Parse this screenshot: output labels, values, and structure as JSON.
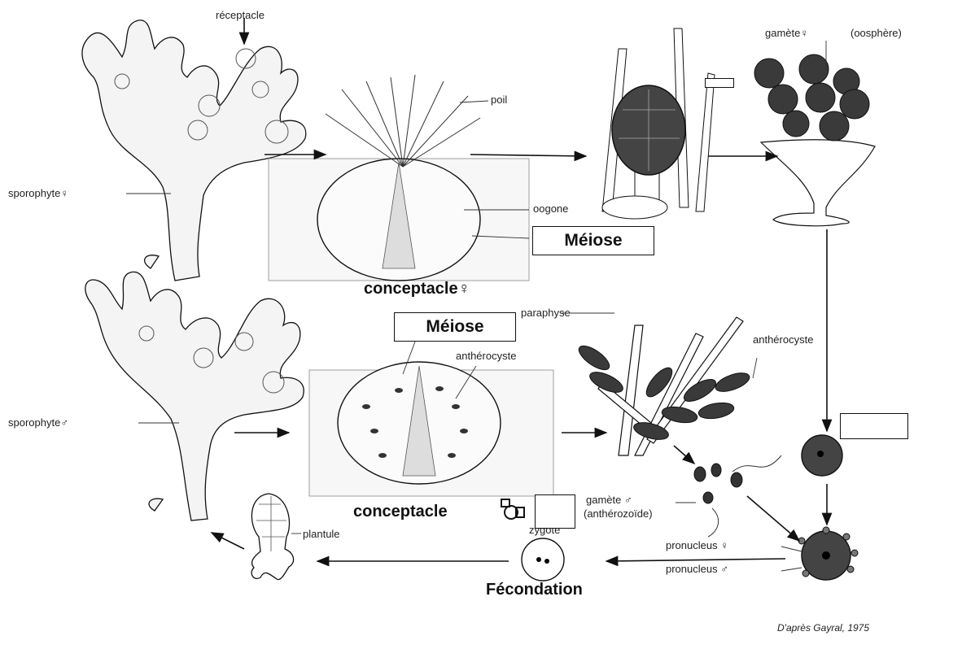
{
  "labels": {
    "receptacle": "réceptacle",
    "poil": "poil",
    "gamete_f": "gamète♀",
    "oosphere": "(oosphère)",
    "sporophyte_f": "sporophyte♀",
    "oogone": "oogone",
    "meiose_top": "Méiose",
    "conceptacle_f": "conceptacle♀",
    "paraphyse": "paraphyse",
    "meiose_bottom": "Méiose",
    "antherocyste_mid": "anthérocyste",
    "antherocyste_right": "anthérocyste",
    "sporophyte_m": "sporophyte♂",
    "gamete_m": "gamète ♂",
    "antherozoide": "(anthérozoïde)",
    "conceptacle_m": "conceptacle",
    "zygote": "zygote",
    "plantule": "plantule",
    "pronucleus_f": "pronucleus ♀",
    "pronucleus_m": "pronucleus ♂",
    "fecondation": "Fécondation"
  },
  "credit": "D'après Gayral, 1975",
  "colors": {
    "ink": "#111111",
    "cell": "#3a3a3a",
    "paper": "#ffffff"
  }
}
